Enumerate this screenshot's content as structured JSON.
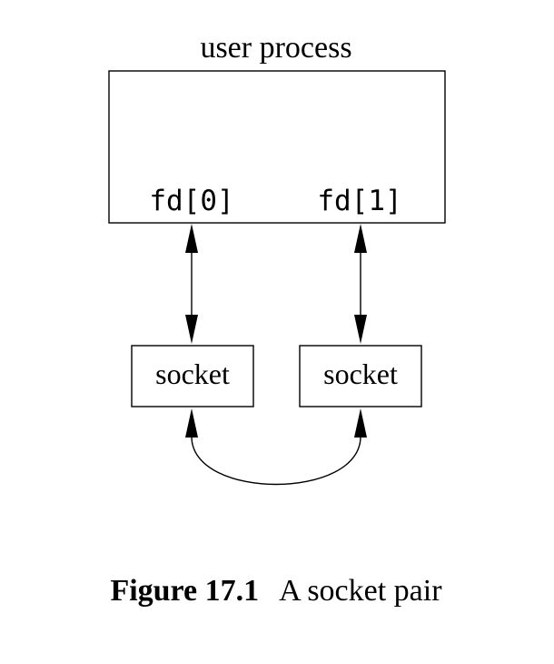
{
  "diagram": {
    "process": {
      "title": "user process",
      "fd0": "fd[0]",
      "fd1": "fd[1]"
    },
    "sockets": [
      {
        "label": "socket"
      },
      {
        "label": "socket"
      }
    ]
  },
  "caption": {
    "number": "Figure 17.1",
    "text": "A socket pair"
  }
}
